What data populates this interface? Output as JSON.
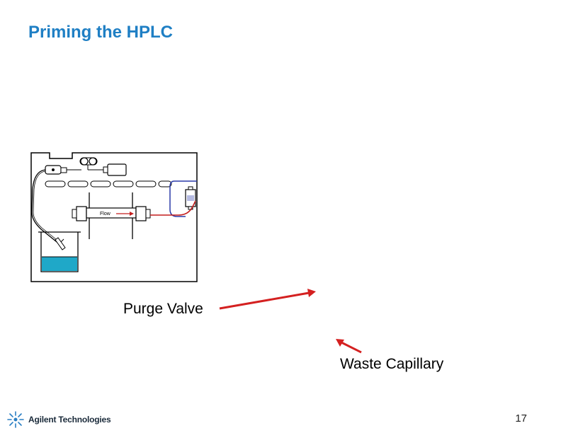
{
  "slide": {
    "title": "Priming the HPLC",
    "page_number": "17"
  },
  "diagram": {
    "flow_label": "Flow",
    "solvent_color": "#1fa8c8",
    "capillary_color": "#c41e1e",
    "purge_line_color": "#2a3aa8"
  },
  "callouts": {
    "purge_valve": "Purge Valve",
    "waste_capillary": "Waste Capillary",
    "arrow_color": "#d42020"
  },
  "footer": {
    "brand": "Agilent Technologies",
    "logo_icon": "agilent-spark-icon"
  }
}
